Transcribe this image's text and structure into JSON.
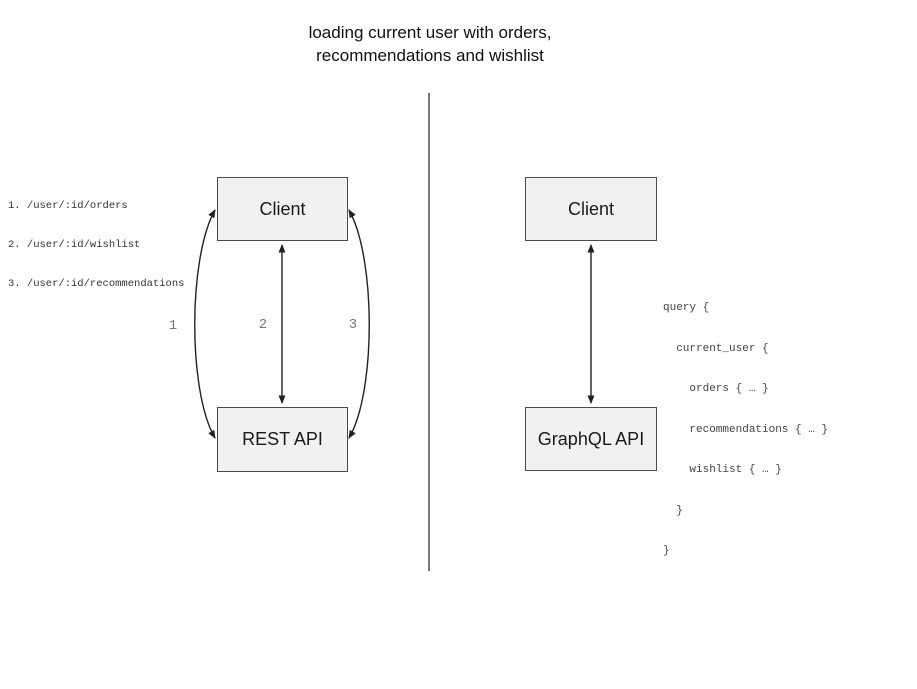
{
  "title": "loading current user with orders,\nrecommendations and wishlist",
  "colors": {
    "box_fill": "#f1f1f1",
    "box_border": "#4a4a4a",
    "arrow": "#222222",
    "divider": "#7a7a7a",
    "muted_label": "#777777",
    "code_text": "#444444"
  },
  "left_panel": {
    "endpoints": [
      "1. /user/:id/orders",
      "2. /user/:id/wishlist",
      "3. /user/:id/recommendations"
    ],
    "client_label": "Client",
    "api_label": "REST API",
    "arrow_labels": [
      "1",
      "2",
      "3"
    ]
  },
  "right_panel": {
    "client_label": "Client",
    "api_label": "GraphQL API",
    "query_lines": [
      "query {",
      "  current_user {",
      "    orders { … }",
      "    recommendations { … }",
      "    wishlist { … }",
      "  }",
      "}"
    ]
  }
}
